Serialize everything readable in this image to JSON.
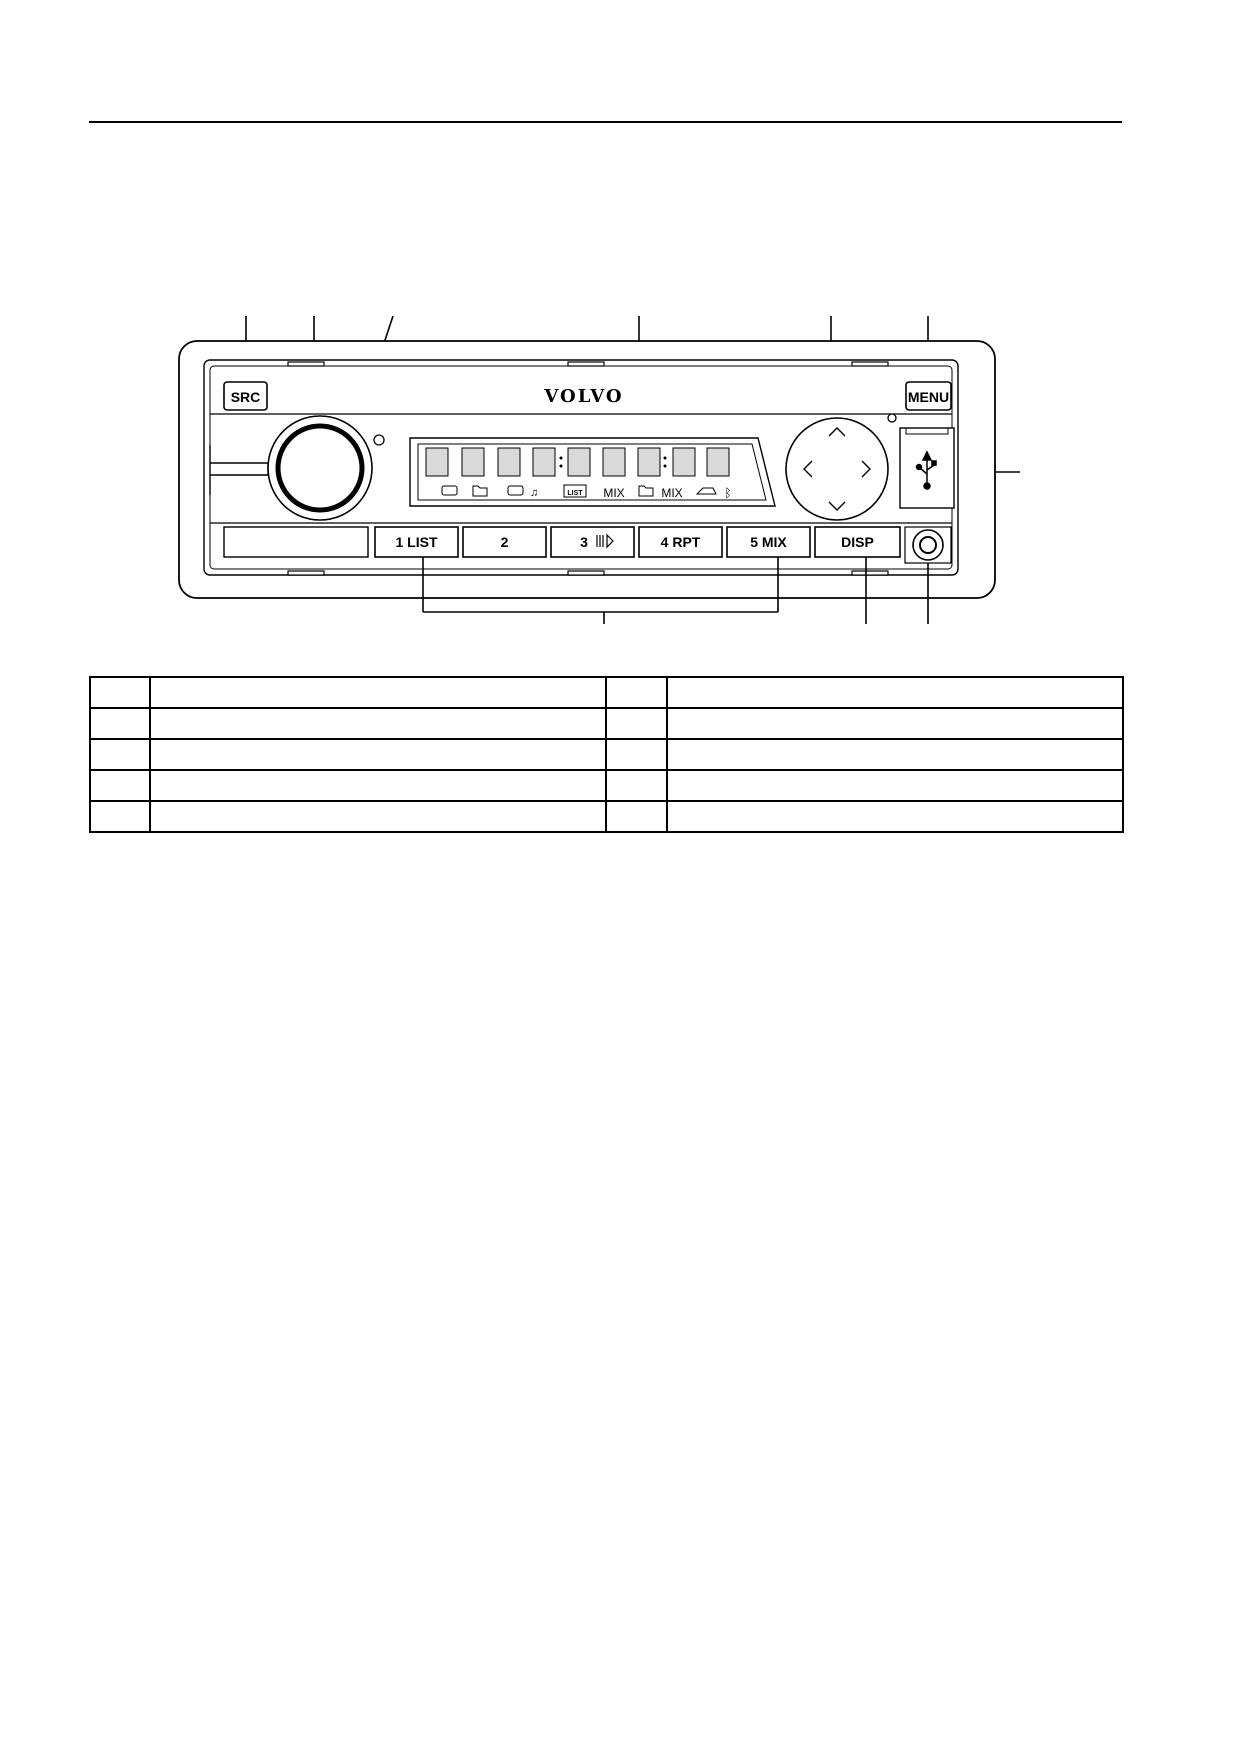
{
  "radio": {
    "brand": "VOLVO",
    "buttons": {
      "src": "SRC",
      "menu": "MENU",
      "preset_1": "1 LIST",
      "preset_2": "2",
      "preset_3": "3",
      "preset_4": "4 RPT",
      "preset_5": "5 MIX",
      "disp": "DISP"
    },
    "display_indicators": {
      "list": "LIST",
      "mix_1": "MIX",
      "mix_2": "MIX"
    },
    "icons": {
      "preset_3": "play-pause-icon",
      "usb_port": "usb-icon",
      "aux_jack": "aux-input-jack-icon",
      "nav_up": "chevron-up-icon",
      "nav_down": "chevron-down-icon",
      "nav_left": "chevron-left-icon",
      "nav_right": "chevron-right-icon",
      "bluetooth": "bluetooth-icon"
    }
  },
  "legend_table": {
    "rows": [
      {
        "num_a": "",
        "text_a": "",
        "num_b": "",
        "text_b": ""
      },
      {
        "num_a": "",
        "text_a": "",
        "num_b": "",
        "text_b": ""
      },
      {
        "num_a": "",
        "text_a": "",
        "num_b": "",
        "text_b": ""
      },
      {
        "num_a": "",
        "text_a": "",
        "num_b": "",
        "text_b": ""
      },
      {
        "num_a": "",
        "text_a": "",
        "num_b": "",
        "text_b": ""
      }
    ]
  }
}
